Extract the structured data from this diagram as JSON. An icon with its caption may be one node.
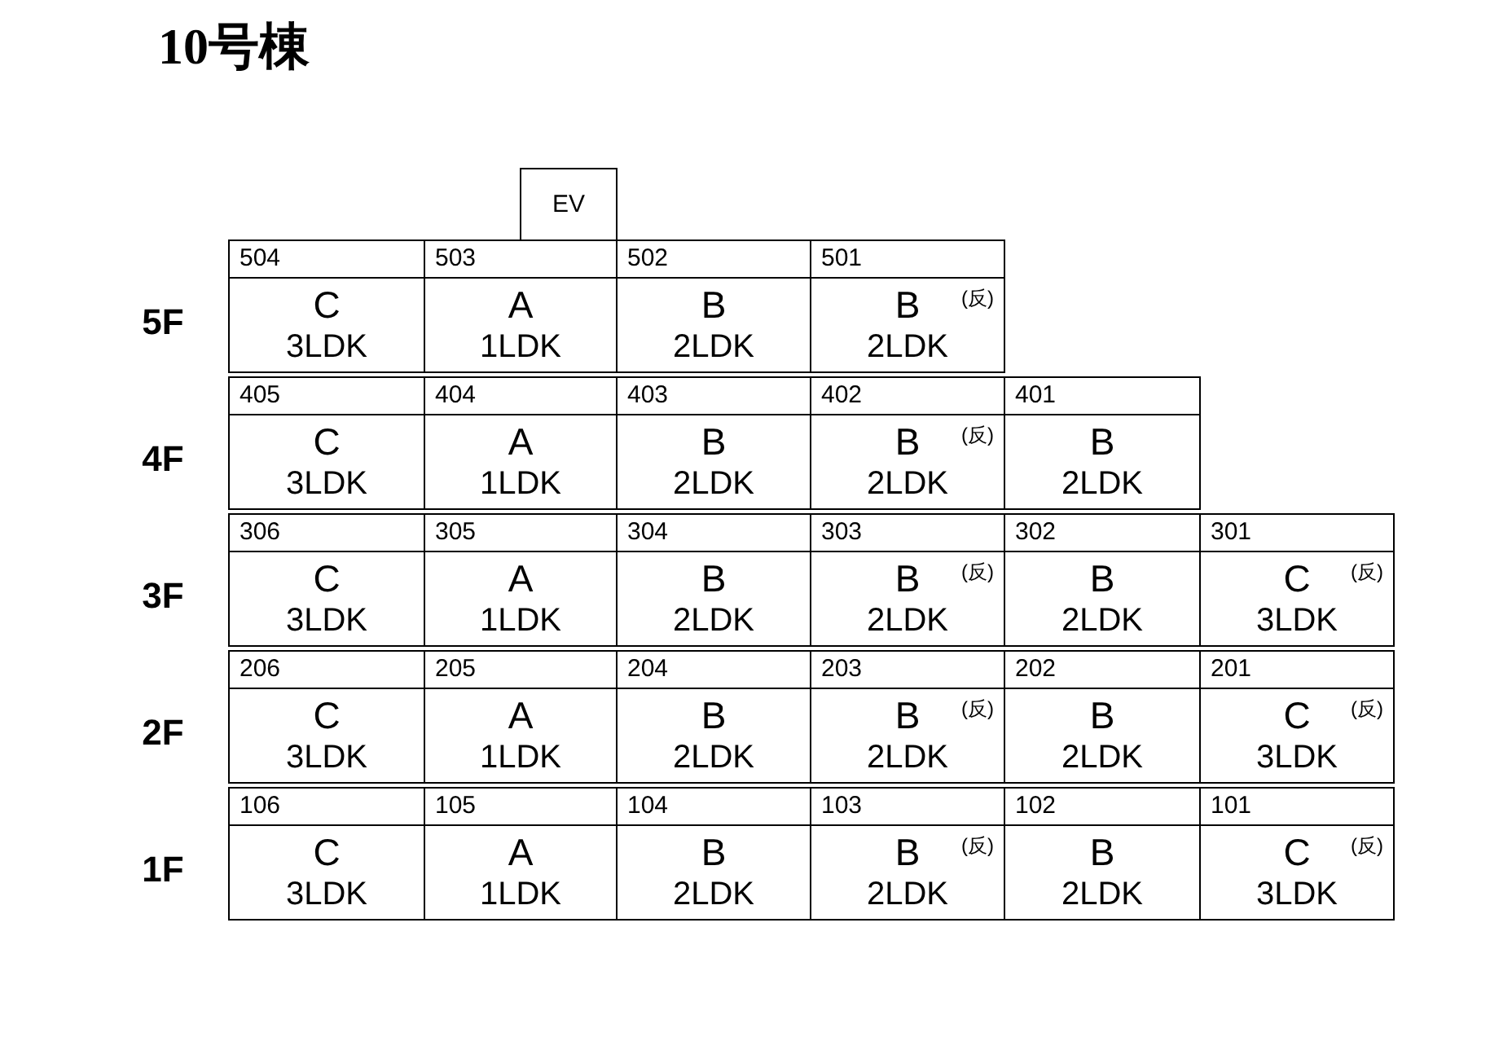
{
  "diagram": {
    "title": "10号棟",
    "nodes": [
      {
        "text": [
          "EV"
        ]
      },
      {
        "text": [
          "504",
          "C",
          "3LDK"
        ]
      },
      {
        "text": [
          "503",
          "A",
          "1LDK"
        ]
      },
      {
        "text": [
          "502",
          "B",
          "2LDK"
        ]
      },
      {
        "text": [
          "501",
          "B",
          "(反)",
          "2LDK"
        ]
      },
      {
        "text": [
          "405",
          "C",
          "3LDK"
        ]
      },
      {
        "text": [
          "404",
          "A",
          "1LDK"
        ]
      },
      {
        "text": [
          "403",
          "B",
          "2LDK"
        ]
      },
      {
        "text": [
          "402",
          "B",
          "(反)",
          "2LDK"
        ]
      },
      {
        "text": [
          "401",
          "B",
          "2LDK"
        ]
      },
      {
        "text": [
          "306",
          "C",
          "3LDK"
        ]
      },
      {
        "text": [
          "305",
          "A",
          "1LDK"
        ]
      },
      {
        "text": [
          "304",
          "B",
          "2LDK"
        ]
      },
      {
        "text": [
          "303",
          "B",
          "(反)",
          "2LDK"
        ]
      },
      {
        "text": [
          "302",
          "B",
          "2LDK"
        ]
      },
      {
        "text": [
          "301",
          "C",
          "(反)",
          "3LDK"
        ]
      },
      {
        "text": [
          "206",
          "C",
          "3LDK"
        ]
      },
      {
        "text": [
          "205",
          "A",
          "1LDK"
        ]
      },
      {
        "text": [
          "204",
          "B",
          "2LDK"
        ]
      },
      {
        "text": [
          "203",
          "B",
          "(反)",
          "2LDK"
        ]
      },
      {
        "text": [
          "202",
          "B",
          "2LDK"
        ]
      },
      {
        "text": [
          "201",
          "C",
          "(反)",
          "3LDK"
        ]
      },
      {
        "text": [
          "106",
          "C",
          "3LDK"
        ]
      },
      {
        "text": [
          "105",
          "A",
          "1LDK"
        ]
      },
      {
        "text": [
          "104",
          "B",
          "2LDK"
        ]
      },
      {
        "text": [
          "103",
          "B",
          "(反)",
          "2LDK"
        ]
      },
      {
        "text": [
          "102",
          "B",
          "2LDK"
        ]
      },
      {
        "text": [
          "101",
          "C",
          "(反)",
          "3LDK"
        ]
      }
    ],
    "labels": [
      "5F",
      "4F",
      "3F",
      "2F",
      "1F"
    ]
  }
}
